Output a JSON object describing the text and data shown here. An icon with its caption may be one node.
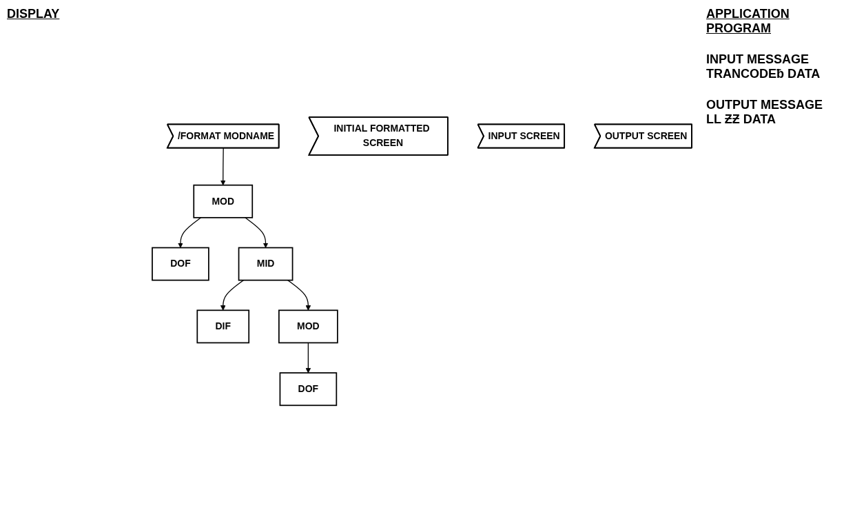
{
  "diagram": {
    "nodes": [
      {
        "text": [
          "/FORMAT MODNAME"
        ]
      },
      {
        "text": [
          "INITIAL FORMATTED SCREEN"
        ]
      },
      {
        "text": [
          "DOF"
        ]
      },
      {
        "text": [
          "MOD"
        ]
      },
      {
        "text": [
          "INPUT SCREEN"
        ]
      },
      {
        "text": [
          "DIF"
        ]
      },
      {
        "text": [
          "MID"
        ]
      },
      {
        "text": [
          "OUTPUT SCREEN"
        ]
      },
      {
        "text": [
          "DOF"
        ]
      },
      {
        "text": [
          "MOD"
        ]
      }
    ],
    "edges": [
      {
        "from": 0,
        "to": 3,
        "arrow": "to"
      },
      {
        "from": 3,
        "to": 2,
        "arrow": "to"
      },
      {
        "from": 3,
        "to": 6,
        "arrow": "to"
      },
      {
        "from": 6,
        "to": 5,
        "arrow": "to"
      },
      {
        "from": 6,
        "to": 9,
        "arrow": "to"
      },
      {
        "from": 9,
        "to": 8,
        "arrow": "to"
      }
    ],
    "labels": [
      "DISPLAY",
      "APPLICATION PROGRAM",
      "INPUT MESSAGE TRANCODEƀ DATA",
      "OUTPUT MESSAGE LL ƵƵ DATA"
    ]
  }
}
